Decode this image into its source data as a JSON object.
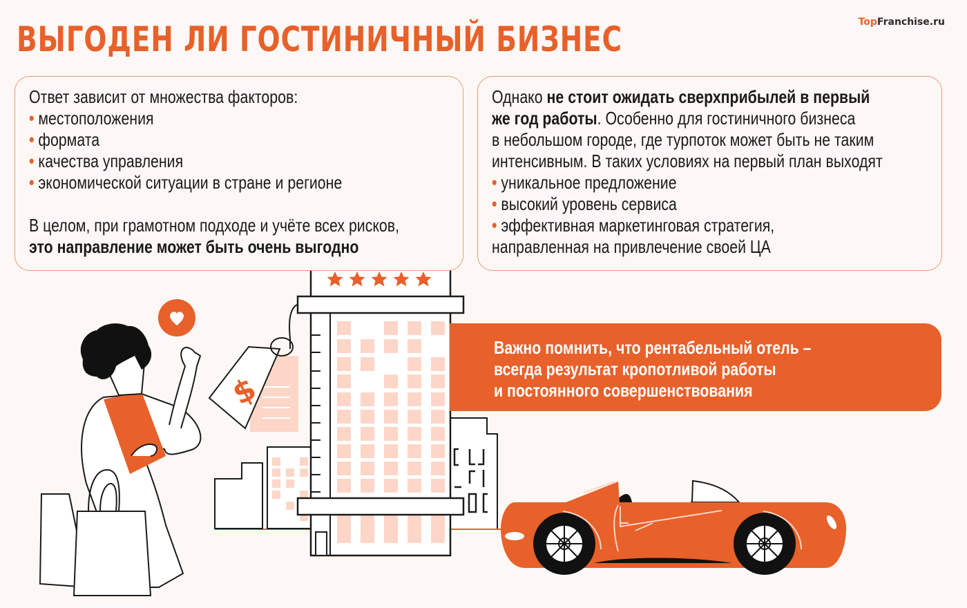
{
  "header": {
    "title": "ВЫГОДЕН ЛИ ГОСТИНИЧНЫЙ БИЗНЕС",
    "logo_prefix": "Top",
    "logo_suffix": "Franchise.ru"
  },
  "left_card": {
    "intro": "Ответ зависит от множества факторов:",
    "bullet_char": "•",
    "factors": [
      "местоположения",
      "формата",
      "качества управления",
      "экономической ситуации в стране и регионе"
    ],
    "conclusion_line1": "В целом, при грамотном подходе и учёте всех рисков,",
    "conclusion_bold": "это направление может быть очень выгодно"
  },
  "right_card": {
    "line1_plain": "Однако ",
    "line1_bold": "не стоит ожидать сверхприбылей в первый",
    "line2_bold": "же год работы",
    "line2_plain": ". Особенно для гостиничного бизнеса",
    "line3": "в небольшом городе, где турпоток может быть не таким",
    "line4": "интенсивным. В таких условиях на первый план выходят",
    "bullet_char": "•",
    "priorities": [
      "уникальное предложение",
      "высокий уровень сервиса",
      "эффективная маркетинговая стратегия,"
    ],
    "last_line": "направленная на привлечение своей ЦА"
  },
  "callout": {
    "lines": [
      "Важно помнить, что рентабельный отель –",
      "всегда результат кропотливой работы",
      "и постоянного совершенствования"
    ]
  },
  "illustration": {
    "hotel_stars": 5,
    "price_tag_symbol": "$",
    "icons": [
      "heart-icon",
      "star-icon",
      "dollar-tag-icon",
      "shopping-bag-icon",
      "car-icon"
    ]
  },
  "colors": {
    "accent": "#e8602a",
    "background": "#fdf8f5",
    "card_border": "#e89a78",
    "window_pink": "#fdd6c8",
    "text": "#1a1a1a"
  }
}
